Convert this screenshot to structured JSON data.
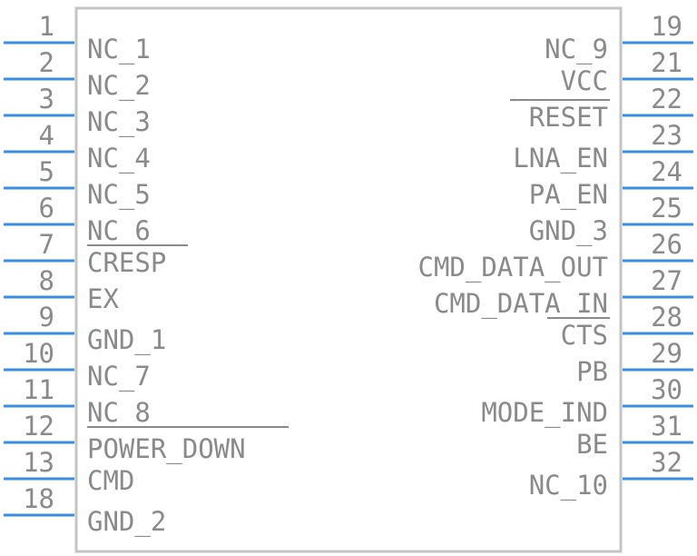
{
  "component": {
    "body_stroke": "#c4c4c4",
    "pin_color": "#3a8ee6",
    "text_color": "#8a8a8a",
    "left_pins": [
      {
        "num": "1",
        "name": "NC_1"
      },
      {
        "num": "2",
        "name": "NC_2"
      },
      {
        "num": "3",
        "name": "NC_3"
      },
      {
        "num": "4",
        "name": "NC_4"
      },
      {
        "num": "5",
        "name": "NC_5"
      },
      {
        "num": "6",
        "name": "NC_6"
      },
      {
        "num": "7",
        "name": "CRESP"
      },
      {
        "num": "8",
        "name": "EX"
      },
      {
        "num": "9",
        "name": "GND_1"
      },
      {
        "num": "10",
        "name": "NC_7"
      },
      {
        "num": "11",
        "name": "NC_8"
      },
      {
        "num": "12",
        "name": "POWER_DOWN"
      },
      {
        "num": "13",
        "name": "CMD"
      },
      {
        "num": "18",
        "name": "GND_2"
      }
    ],
    "right_pins": [
      {
        "num": "19",
        "name": "NC_9"
      },
      {
        "num": "21",
        "name": "VCC"
      },
      {
        "num": "22",
        "name": "RESET"
      },
      {
        "num": "23",
        "name": "LNA_EN"
      },
      {
        "num": "24",
        "name": "PA_EN"
      },
      {
        "num": "25",
        "name": "GND_3"
      },
      {
        "num": "26",
        "name": "CMD_DATA_OUT"
      },
      {
        "num": "27",
        "name": "CMD_DATA_IN"
      },
      {
        "num": "28",
        "name": "CTS"
      },
      {
        "num": "29",
        "name": "PB"
      },
      {
        "num": "30",
        "name": "MODE_IND"
      },
      {
        "num": "31",
        "name": "BE"
      },
      {
        "num": "32",
        "name": "NC_10"
      }
    ]
  }
}
